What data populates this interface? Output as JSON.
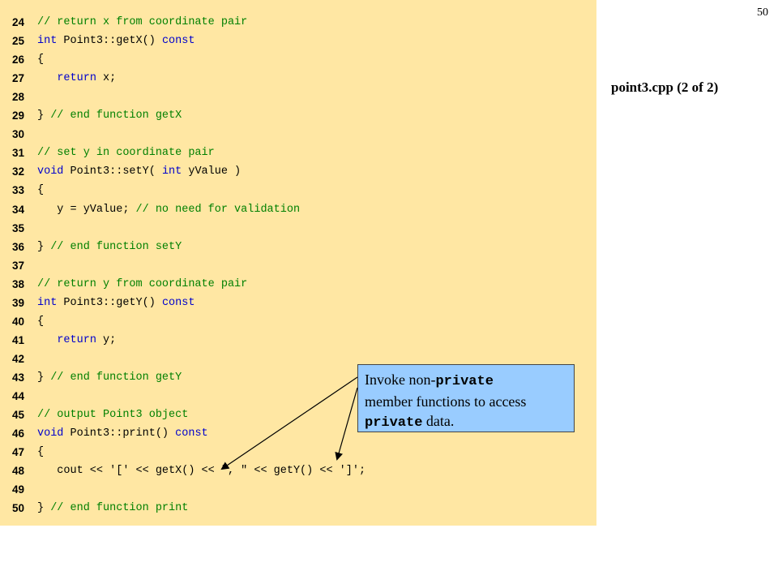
{
  "page_number": "50",
  "file_title": "point3.cpp (2 of 2)",
  "colors": {
    "code_background": "#FFE7A3",
    "comment": "#008000",
    "keyword": "#0000CC",
    "callout_background": "#99CCFF"
  },
  "code_lines": [
    {
      "n": "24",
      "tokens": [
        {
          "t": "// return x from coordinate pair",
          "k": "comment"
        }
      ]
    },
    {
      "n": "25",
      "tokens": [
        {
          "t": "int",
          "k": "keyword"
        },
        {
          "t": " Point3::getX() ",
          "k": "text"
        },
        {
          "t": "const",
          "k": "keyword"
        }
      ]
    },
    {
      "n": "26",
      "tokens": [
        {
          "t": "{",
          "k": "text"
        }
      ]
    },
    {
      "n": "27",
      "tokens": [
        {
          "t": "   ",
          "k": "text"
        },
        {
          "t": "return",
          "k": "keyword"
        },
        {
          "t": " x;",
          "k": "text"
        }
      ]
    },
    {
      "n": "28",
      "tokens": []
    },
    {
      "n": "29",
      "tokens": [
        {
          "t": "} ",
          "k": "text"
        },
        {
          "t": "// end function getX",
          "k": "comment"
        }
      ]
    },
    {
      "n": "30",
      "tokens": []
    },
    {
      "n": "31",
      "tokens": [
        {
          "t": "// set y in coordinate pair",
          "k": "comment"
        }
      ]
    },
    {
      "n": "32",
      "tokens": [
        {
          "t": "void",
          "k": "keyword"
        },
        {
          "t": " Point3::setY( ",
          "k": "text"
        },
        {
          "t": "int",
          "k": "keyword"
        },
        {
          "t": " yValue )",
          "k": "text"
        }
      ]
    },
    {
      "n": "33",
      "tokens": [
        {
          "t": "{",
          "k": "text"
        }
      ]
    },
    {
      "n": "34",
      "tokens": [
        {
          "t": "   y = yValue; ",
          "k": "text"
        },
        {
          "t": "// no need for validation",
          "k": "comment"
        }
      ]
    },
    {
      "n": "35",
      "tokens": []
    },
    {
      "n": "36",
      "tokens": [
        {
          "t": "} ",
          "k": "text"
        },
        {
          "t": "// end function setY",
          "k": "comment"
        }
      ]
    },
    {
      "n": "37",
      "tokens": []
    },
    {
      "n": "38",
      "tokens": [
        {
          "t": "// return y from coordinate pair",
          "k": "comment"
        }
      ]
    },
    {
      "n": "39",
      "tokens": [
        {
          "t": "int",
          "k": "keyword"
        },
        {
          "t": " Point3::getY() ",
          "k": "text"
        },
        {
          "t": "const",
          "k": "keyword"
        }
      ]
    },
    {
      "n": "40",
      "tokens": [
        {
          "t": "{",
          "k": "text"
        }
      ]
    },
    {
      "n": "41",
      "tokens": [
        {
          "t": "   ",
          "k": "text"
        },
        {
          "t": "return",
          "k": "keyword"
        },
        {
          "t": " y;",
          "k": "text"
        }
      ]
    },
    {
      "n": "42",
      "tokens": []
    },
    {
      "n": "43",
      "tokens": [
        {
          "t": "} ",
          "k": "text"
        },
        {
          "t": "// end function getY",
          "k": "comment"
        }
      ]
    },
    {
      "n": "44",
      "tokens": []
    },
    {
      "n": "45",
      "tokens": [
        {
          "t": "// output Point3 object",
          "k": "comment"
        }
      ]
    },
    {
      "n": "46",
      "tokens": [
        {
          "t": "void",
          "k": "keyword"
        },
        {
          "t": " Point3::print() ",
          "k": "text"
        },
        {
          "t": "const",
          "k": "keyword"
        }
      ]
    },
    {
      "n": "47",
      "tokens": [
        {
          "t": "{",
          "k": "text"
        }
      ]
    },
    {
      "n": "48",
      "tokens": [
        {
          "t": "   cout << '[' << getX() << \", \" << getY() << ']';",
          "k": "text"
        }
      ]
    },
    {
      "n": "49",
      "tokens": []
    },
    {
      "n": "50",
      "tokens": [
        {
          "t": "} ",
          "k": "text"
        },
        {
          "t": "// end function print",
          "k": "comment"
        }
      ]
    }
  ],
  "callout": {
    "part1": "Invoke non-",
    "part2": "private",
    "part3": "member functions to access",
    "part4": "private",
    "part5": " data."
  }
}
